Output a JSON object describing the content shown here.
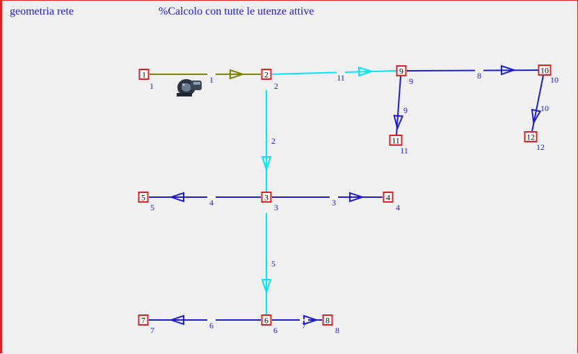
{
  "header": {
    "left_title": "geometria rete",
    "right_title": "%Calcolo con tutte le utenze attive"
  },
  "colors": {
    "pipe_pump": "#808000",
    "pipe_cyan": "#00e5ff",
    "pipe_blue": "#1a1ad0",
    "node_border": "#e02020",
    "label": "#1a1ad0"
  },
  "icons": {
    "pump": "pump-icon"
  },
  "nodes": [
    {
      "id": "1",
      "label": "1"
    },
    {
      "id": "2",
      "label": "2"
    },
    {
      "id": "3",
      "label": "3"
    },
    {
      "id": "4",
      "label": "4"
    },
    {
      "id": "5",
      "label": "5"
    },
    {
      "id": "6",
      "label": "6"
    },
    {
      "id": "7",
      "label": "7"
    },
    {
      "id": "8",
      "label": "8"
    },
    {
      "id": "9",
      "label": "9"
    },
    {
      "id": "10",
      "label": "10"
    },
    {
      "id": "11",
      "label": "11"
    },
    {
      "id": "12",
      "label": "12"
    }
  ],
  "pipes": [
    {
      "id": "1",
      "label": "1",
      "from": "1",
      "to": "2",
      "color": "pipe_pump"
    },
    {
      "id": "2",
      "label": "2",
      "from": "2",
      "to": "3",
      "color": "pipe_cyan"
    },
    {
      "id": "3",
      "label": "3",
      "from": "3",
      "to": "4",
      "color": "pipe_blue"
    },
    {
      "id": "4",
      "label": "4",
      "from": "3",
      "to": "5",
      "color": "pipe_blue"
    },
    {
      "id": "5",
      "label": "5",
      "from": "3",
      "to": "6",
      "color": "pipe_cyan"
    },
    {
      "id": "6",
      "label": "6",
      "from": "6",
      "to": "7",
      "color": "pipe_blue"
    },
    {
      "id": "7",
      "label": "7",
      "from": "6",
      "to": "8",
      "color": "pipe_blue"
    },
    {
      "id": "8",
      "label": "8",
      "from": "9",
      "to": "10",
      "color": "pipe_blue"
    },
    {
      "id": "9",
      "label": "9",
      "from": "9",
      "to": "11",
      "color": "pipe_blue"
    },
    {
      "id": "10",
      "label": "10",
      "from": "10",
      "to": "12",
      "color": "pipe_blue"
    },
    {
      "id": "11",
      "label": "11",
      "from": "2",
      "to": "9",
      "color": "pipe_cyan"
    }
  ]
}
